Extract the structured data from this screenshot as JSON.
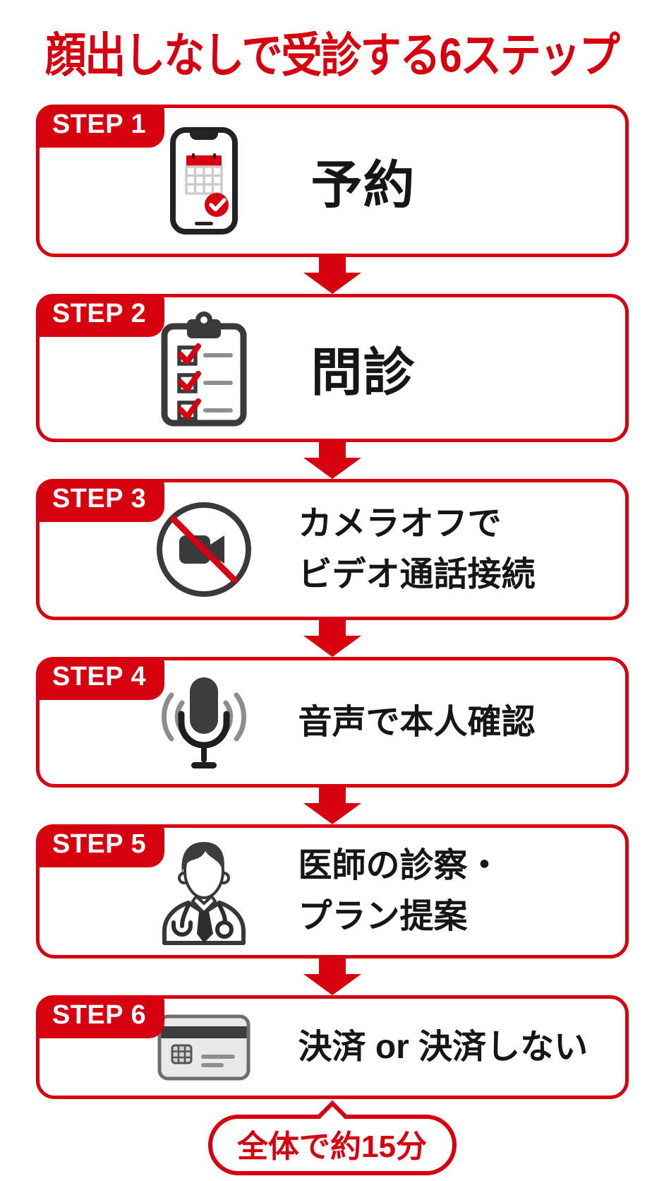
{
  "title": "顔出しなしで受診する6ステップ",
  "colors": {
    "accent_red": "#d7000f",
    "text_black": "#161616",
    "icon_dark_gray": "#3a3a3a",
    "icon_light_gray": "#8f8f8f"
  },
  "steps": [
    {
      "badge": "STEP 1",
      "icon": "phone-calendar-icon",
      "label": "予約"
    },
    {
      "badge": "STEP 2",
      "icon": "clipboard-checklist-icon",
      "label": "問診"
    },
    {
      "badge": "STEP 3",
      "icon": "camera-off-icon",
      "lines": [
        "カメラオフで",
        "ビデオ通話接続"
      ]
    },
    {
      "badge": "STEP 4",
      "icon": "microphone-icon",
      "label": "音声で本人確認"
    },
    {
      "badge": "STEP 5",
      "icon": "doctor-icon",
      "lines": [
        "医師の診察・",
        "プラン提案"
      ]
    },
    {
      "badge": "STEP 6",
      "icon": "credit-card-icon",
      "label": "決済 or 決済しない"
    }
  ],
  "footer_badge": {
    "label": "全体で約15分"
  }
}
